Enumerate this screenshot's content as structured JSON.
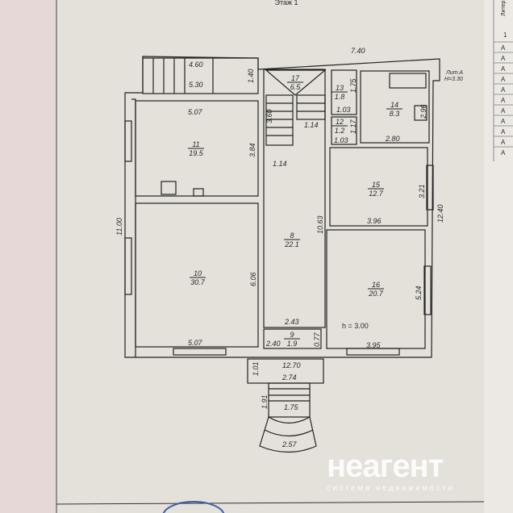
{
  "title": "Этаж 1",
  "liter": {
    "header": "Литер",
    "first": "1",
    "rows": [
      "А",
      "А",
      "А",
      "А",
      "А",
      "А",
      "А",
      "А",
      "А",
      "А",
      "А"
    ]
  },
  "liter_a": {
    "label": "Лит.А",
    "height": "Н=3.30"
  },
  "rooms": [
    {
      "num": "11",
      "area": "19.5"
    },
    {
      "num": "10",
      "area": "30.7"
    },
    {
      "num": "8",
      "area": "22.1"
    },
    {
      "num": "17",
      "area": "6.5"
    },
    {
      "num": "13",
      "area": "1.8"
    },
    {
      "num": "12",
      "area": "1.2"
    },
    {
      "num": "14",
      "area": "8.3"
    },
    {
      "num": "15",
      "area": "12.7"
    },
    {
      "num": "16",
      "area": "20.7"
    },
    {
      "num": "9",
      "area": "1.9"
    }
  ],
  "dims": {
    "top_width": "7.40",
    "porch_a": "4.60",
    "porch_b": "5.30",
    "porch_h": "1.40",
    "r11_w": "5.07",
    "r11_h": "3.84",
    "stair_h": "3.60",
    "stair_w": "1.14",
    "corr_w": "1.14",
    "r13_h": "1.75",
    "r13_w": "1.03",
    "r12_h": "1.17",
    "r12_w": "1.03",
    "r14_h": "2.96",
    "r14_w": "2.80",
    "left_total": "11.00",
    "r10_h": "6.06",
    "r10_w": "5.07",
    "corr_h": "10.63",
    "r15_h": "3.21",
    "r15_w": "3.96",
    "right_total": "12.40",
    "r16_h": "5.24",
    "r16_w": "3.95",
    "r8_w": "2.43",
    "r9_w": "2.40",
    "r9_h": "0.77",
    "ceiling": "h = 3.00",
    "entry_area": "12.70",
    "entry_w": "2.74",
    "entry_h": "1.01",
    "steps_h": "1.91",
    "steps_w": "1.75",
    "arc_w": "2.57"
  },
  "watermark": {
    "logo": "неагент",
    "tagline": "система недвижимости"
  }
}
